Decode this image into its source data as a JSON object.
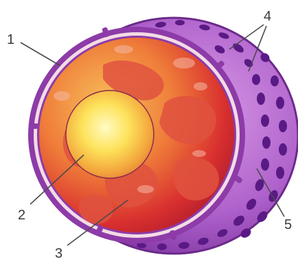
{
  "labels": {
    "l1": "1",
    "l2": "2",
    "l3": "3",
    "l4": "4",
    "l5": "5"
  },
  "colors": {
    "outer_purple_light": "#c77bd9",
    "outer_purple_dark": "#7a2f9b",
    "pore_spots": "#5a1a86",
    "envelope_rim": "#8d3ba8",
    "envelope_band": "#f3dbe6",
    "nucleoplasm_orange": "#f5a43d",
    "nucleoplasm_red": "#d9302f",
    "chromatin": "#e0523f",
    "nucleolus_center": "#fff9a8",
    "nucleolus_edge": "#f0a23c",
    "leader_lines": "#4a4a4a"
  }
}
